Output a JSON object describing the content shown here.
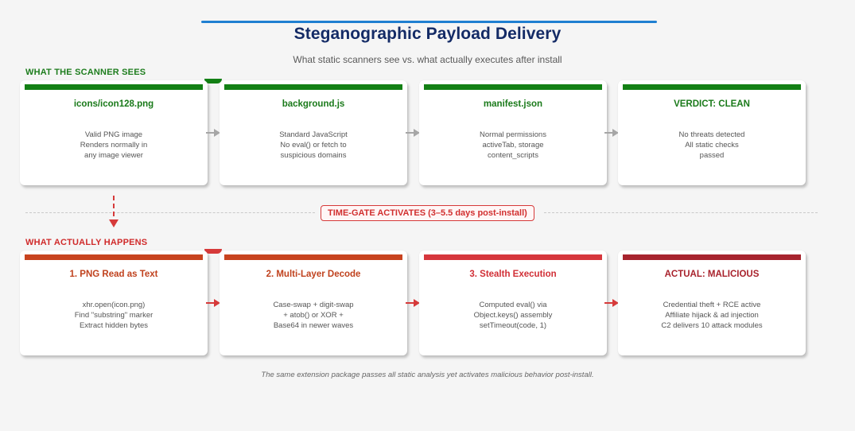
{
  "header": {
    "title": "Steganographic Payload Delivery",
    "subtitle": "What static scanners see vs. what actually executes after install"
  },
  "sections": {
    "scanner_label": "WHAT THE SCANNER SEES",
    "actual_label": "WHAT ACTUALLY HAPPENS"
  },
  "time_gate": {
    "label": "TIME-GATE ACTIVATES (3–5.5 days post-install)"
  },
  "scanner_cards": [
    {
      "title": "icons/icon128.png",
      "lines": [
        "Valid PNG image",
        "Renders normally in",
        "any image viewer"
      ]
    },
    {
      "title": "background.js",
      "lines": [
        "Standard JavaScript",
        "No eval() or fetch to",
        "suspicious domains"
      ]
    },
    {
      "title": "manifest.json",
      "lines": [
        "Normal permissions",
        "activeTab, storage",
        "content_scripts"
      ]
    },
    {
      "title": "VERDICT: CLEAN",
      "lines": [
        "No threats detected",
        "All static checks",
        "passed"
      ]
    }
  ],
  "actual_cards": [
    {
      "title": "1. PNG Read as Text",
      "lines": [
        "xhr.open(icon.png)",
        "Find \"substring\" marker",
        "Extract hidden bytes"
      ]
    },
    {
      "title": "2. Multi-Layer Decode",
      "lines": [
        "Case-swap + digit-swap",
        "+ atob() or XOR +",
        "Base64 in newer waves"
      ]
    },
    {
      "title": "3. Stealth Execution",
      "lines": [
        "Computed eval() via",
        "Object.keys() assembly",
        "setTimeout(code, 1)"
      ]
    },
    {
      "title": "ACTUAL: MALICIOUS",
      "lines": [
        "Credential theft + RCE active",
        "Affiliate hijack & ad injection",
        "C2 delivers 10 attack modules"
      ]
    }
  ],
  "colors": {
    "title": "#142b66",
    "accent_line": "#1f7fd1",
    "scanner_bar": "#138015",
    "scanner_title": "#1a7a1a",
    "flow_arrow_gray": "#a6a6a6",
    "flow_arrow_red": "#d63a3a",
    "actual_bars": [
      "#c8431f",
      "#c8431f",
      "#d6373d",
      "#a7242e"
    ],
    "actual_titles": [
      "#c0421e",
      "#c0421e",
      "#d12f36",
      "#a8222c"
    ]
  },
  "footnote": "The same extension package passes all static analysis yet activates malicious behavior post-install."
}
